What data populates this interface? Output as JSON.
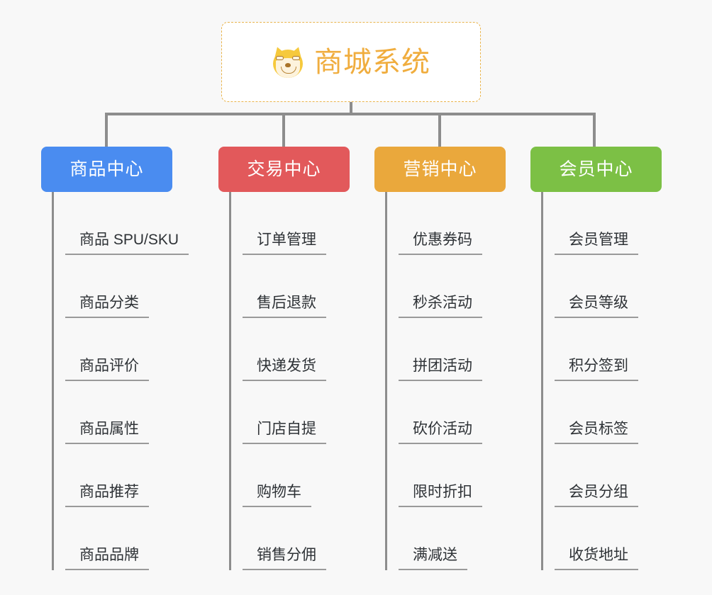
{
  "diagram": {
    "background_color": "#f8f8f8",
    "connector_color": "#8d8d8d",
    "root": {
      "title": "商城系统",
      "icon": "shiba-inu-dog-face",
      "text_color": "#f0ad3e",
      "border_color": "#e9b44c",
      "border_style": "dashed",
      "background_color": "#ffffff"
    },
    "columns": [
      {
        "title": "商品中心",
        "color": "#4a8cf0",
        "items": [
          "商品 SPU/SKU",
          "商品分类",
          "商品评价",
          "商品属性",
          "商品推荐",
          "商品品牌"
        ]
      },
      {
        "title": "交易中心",
        "color": "#e2595b",
        "items": [
          "订单管理",
          "售后退款",
          "快递发货",
          "门店自提",
          "购物车",
          "销售分佣"
        ]
      },
      {
        "title": "营销中心",
        "color": "#eaa83c",
        "items": [
          "优惠券码",
          "秒杀活动",
          "拼团活动",
          "砍价活动",
          "限时折扣",
          "满减送"
        ]
      },
      {
        "title": "会员中心",
        "color": "#7cc045",
        "items": [
          "会员管理",
          "会员等级",
          "积分签到",
          "会员标签",
          "会员分组",
          "收货地址"
        ]
      }
    ]
  }
}
